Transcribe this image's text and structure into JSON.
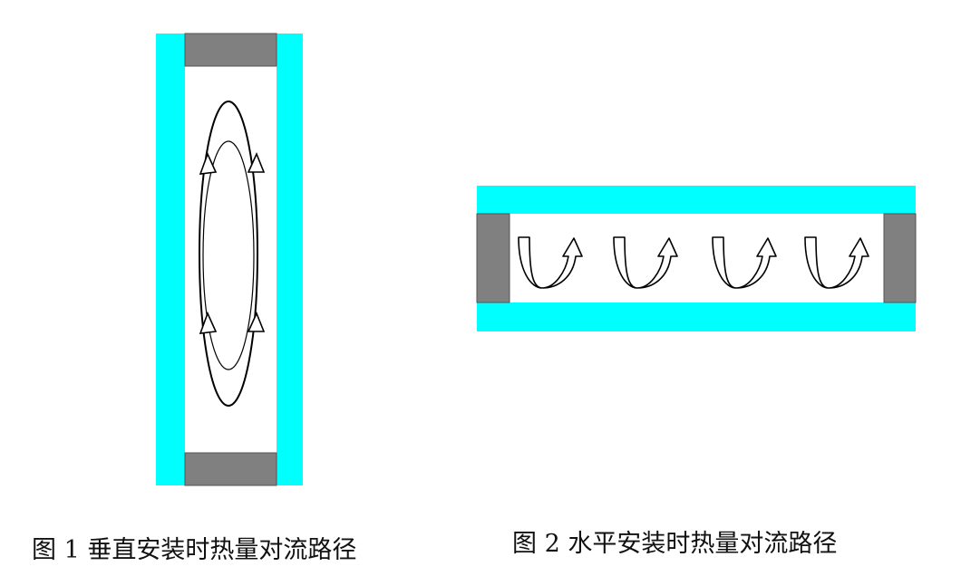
{
  "figures": [
    {
      "caption": "图 1  垂直安装时热量对流路径"
    },
    {
      "caption": "图 2 水平安装时热量对流路径"
    }
  ],
  "colors": {
    "glass": "#00FFFF",
    "spacer": "#808080",
    "spacer_edge": "#555555",
    "stroke": "#000000",
    "background": "#FFFFFF"
  },
  "icons": [
    "convection-loop-arrow",
    "u-turn-arrow"
  ]
}
